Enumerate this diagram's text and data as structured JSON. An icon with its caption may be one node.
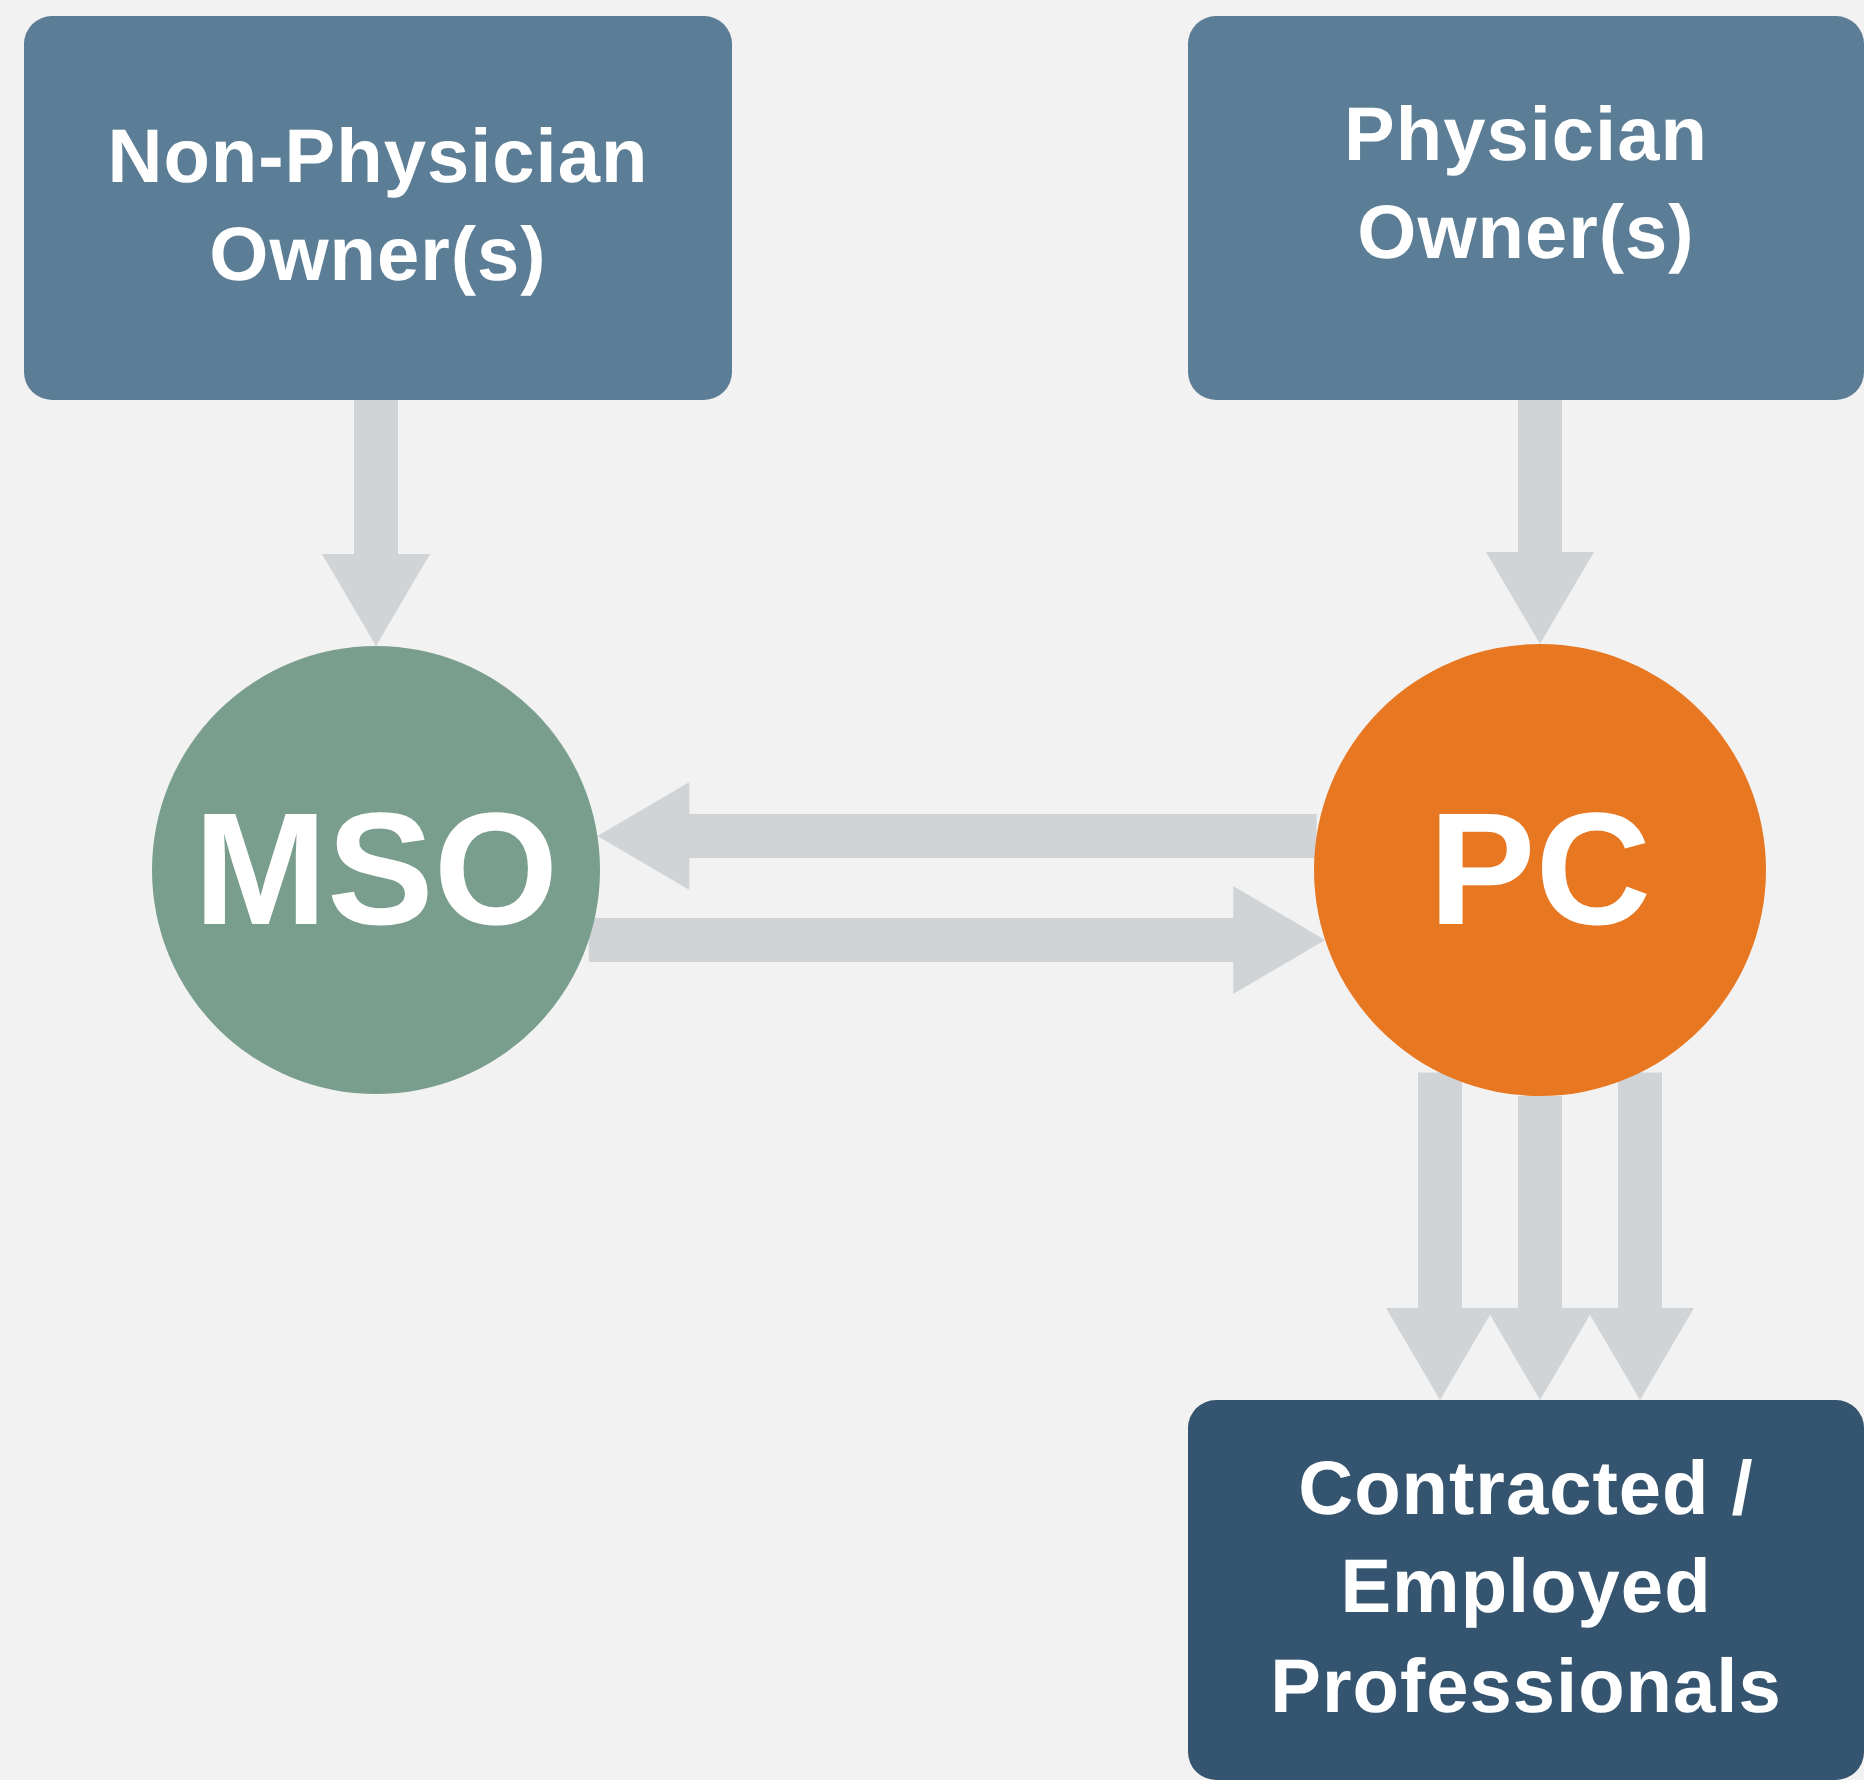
{
  "diagram": {
    "nodes": [
      {
        "text": [
          "Non-Physician Owner(s)"
        ]
      },
      {
        "text": [
          "Physician Owner(s)"
        ]
      },
      {
        "text": [
          "MSO"
        ]
      },
      {
        "text": [
          "PC"
        ]
      },
      {
        "text": [
          "Contracted / Employed Professionals"
        ]
      }
    ],
    "edges": [
      {
        "from": 0,
        "to": 2,
        "arrow": "to"
      },
      {
        "from": 1,
        "to": 3,
        "arrow": "to"
      },
      {
        "from": 3,
        "to": 2,
        "arrow": "to"
      },
      {
        "from": 2,
        "to": 3,
        "arrow": "to"
      },
      {
        "from": 3,
        "to": 4,
        "arrow": "to"
      },
      {
        "from": 3,
        "to": 4,
        "arrow": "to"
      },
      {
        "from": 3,
        "to": 4,
        "arrow": "to"
      }
    ]
  }
}
